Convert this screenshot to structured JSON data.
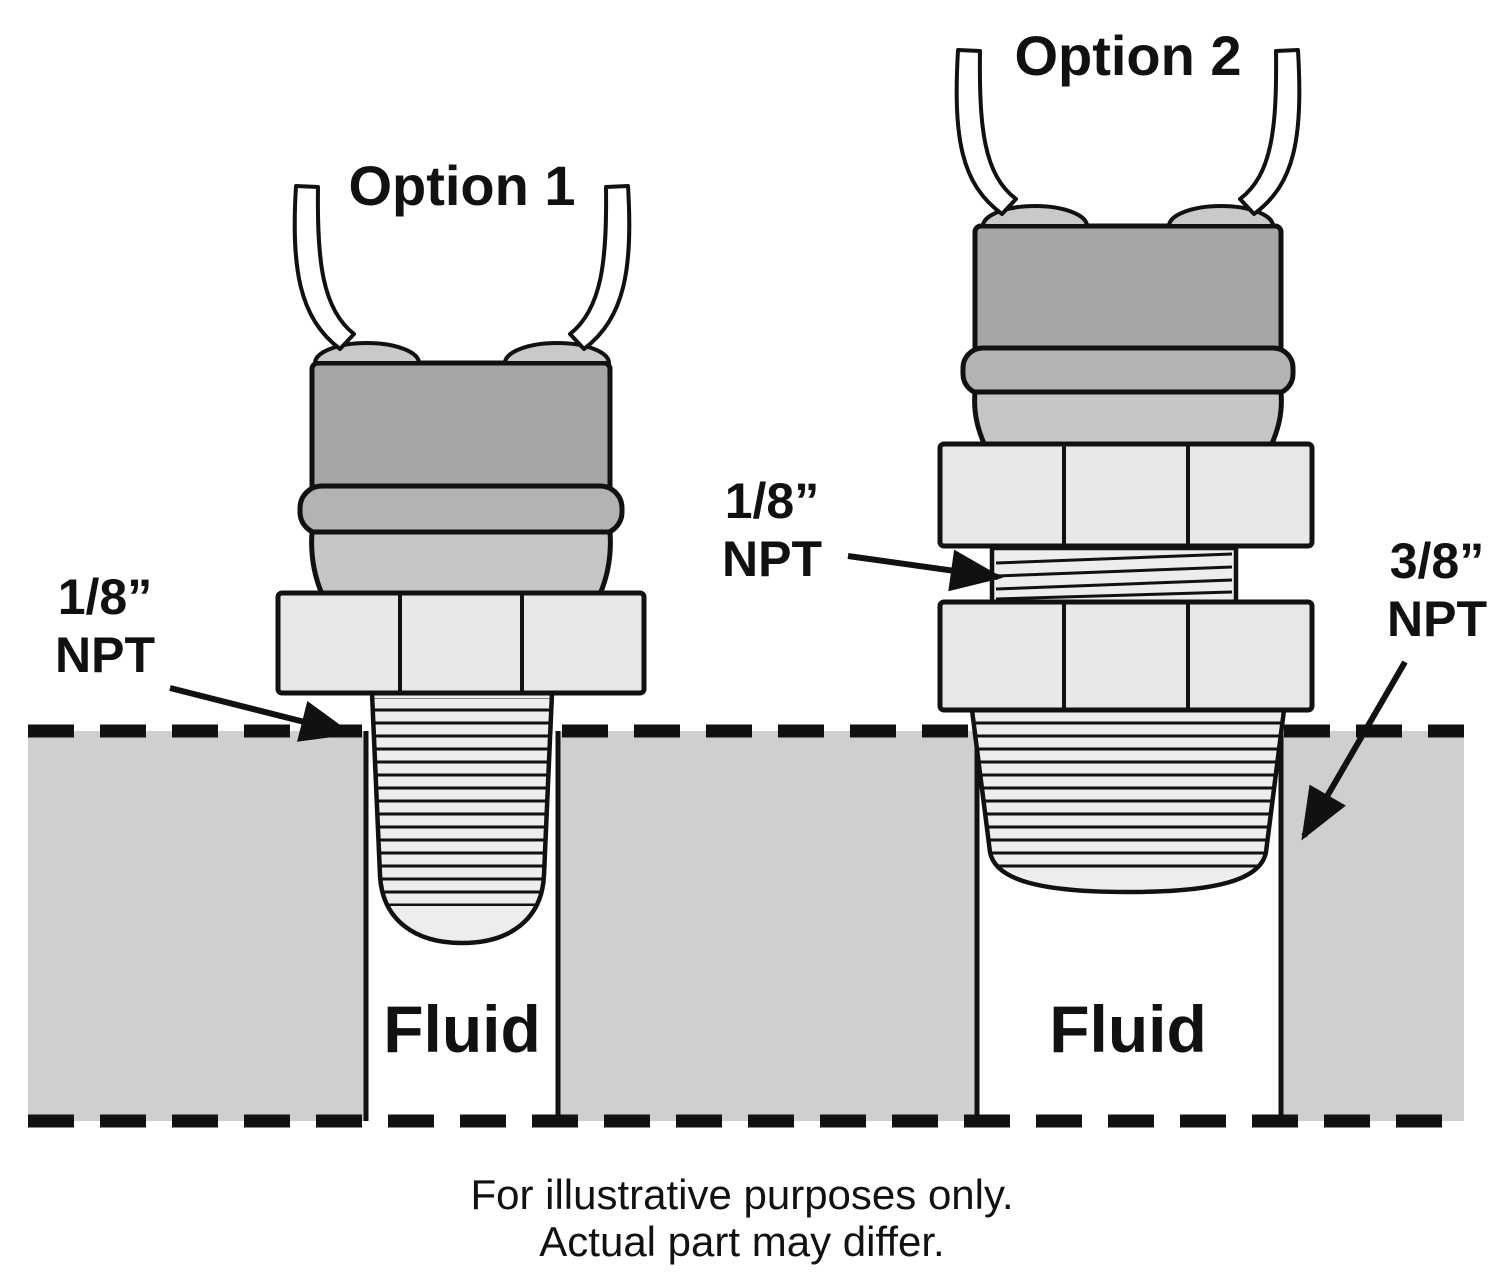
{
  "colors": {
    "outline": "#111111",
    "wall": "#cfcfcf",
    "body_dark": "#a6a6a6",
    "collar": "#b3b3b3",
    "skirt": "#c6c6c6",
    "nut": "#e7e7e7",
    "thread": "#ededed",
    "background": "#ffffff"
  },
  "option1": {
    "title": "Option 1",
    "npt": {
      "size": "1/8”",
      "type": "NPT"
    },
    "fluid_label": "Fluid"
  },
  "option2": {
    "title": "Option 2",
    "npt_upper": {
      "size": "1/8”",
      "type": "NPT"
    },
    "npt_lower": {
      "size": "3/8”",
      "type": "NPT"
    },
    "fluid_label": "Fluid"
  },
  "caption": {
    "line1": "For illustrative purposes only.",
    "line2": "Actual part may differ."
  }
}
